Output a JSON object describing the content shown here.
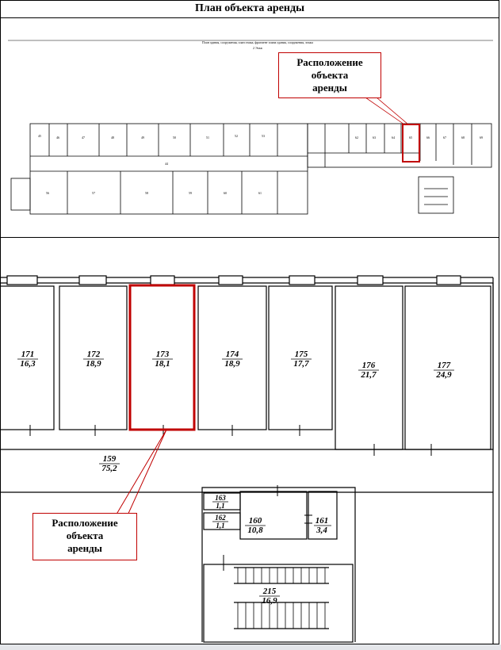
{
  "title": "План объекта аренды",
  "overview": {
    "header_line": "План здания, сооружения, план этажа, фрагмент плана здания, сооружения, этажа",
    "floor_line": "2 Этаж",
    "callout_lines": [
      "Расположение",
      "объекта",
      "аренды"
    ]
  },
  "detail": {
    "rooms": [
      {
        "number": "171",
        "area": "16,3"
      },
      {
        "number": "172",
        "area": "18,9"
      },
      {
        "number": "173",
        "area": "18,1",
        "highlighted": true
      },
      {
        "number": "174",
        "area": "18,9"
      },
      {
        "number": "175",
        "area": "17,7"
      },
      {
        "number": "176",
        "area": "21,7"
      },
      {
        "number": "177",
        "area": "24,9"
      },
      {
        "number": "159",
        "area": "75,2"
      },
      {
        "number": "163",
        "area": "1,1"
      },
      {
        "number": "162",
        "area": "1,1"
      },
      {
        "number": "160",
        "area": "10,8"
      },
      {
        "number": "161",
        "area": "3,4"
      },
      {
        "number": "215",
        "area": "16,9"
      }
    ],
    "callout_lines": [
      "Расположение",
      "объекта",
      "аренды"
    ]
  },
  "colors": {
    "highlight": "#c00000",
    "walls": "#000000"
  }
}
